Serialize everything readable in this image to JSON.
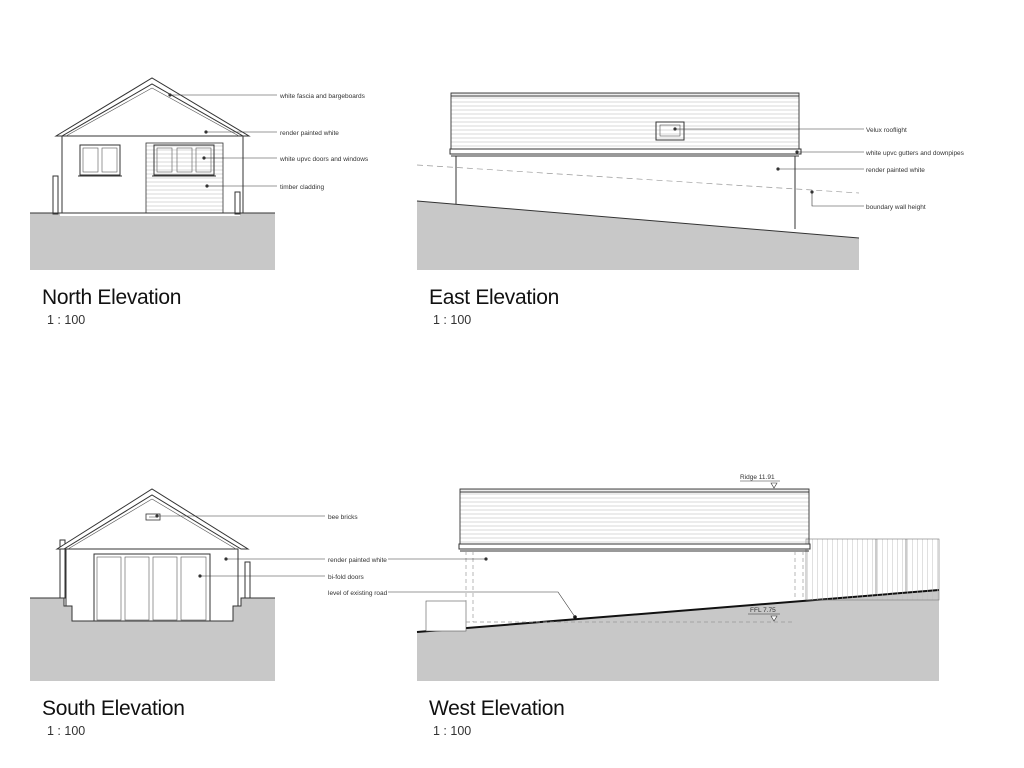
{
  "drawings": [
    {
      "id": "north",
      "title": "North Elevation",
      "scale": "1 : 100",
      "labels": [
        "white fascia and bargeboards",
        "render painted white",
        "white upvc doors and windows",
        "timber cladding"
      ]
    },
    {
      "id": "east",
      "title": "East Elevation",
      "scale": "1 : 100",
      "labels": [
        "Velux rooflight",
        "white upvc gutters and downpipes",
        "render painted white",
        "boundary wall height"
      ]
    },
    {
      "id": "south",
      "title": "South Elevation",
      "scale": "1 : 100",
      "labels": [
        "bee bricks",
        "render painted white",
        "bi-fold doors"
      ]
    },
    {
      "id": "west",
      "title": "West Elevation",
      "scale": "1 : 100",
      "labels": [
        "level of existing road"
      ],
      "levels": [
        "Ridge 11.91",
        "FFL 7.75"
      ]
    }
  ],
  "colors": {
    "ground": "#c8c8c8",
    "line": "#333333",
    "background": "#ffffff"
  }
}
